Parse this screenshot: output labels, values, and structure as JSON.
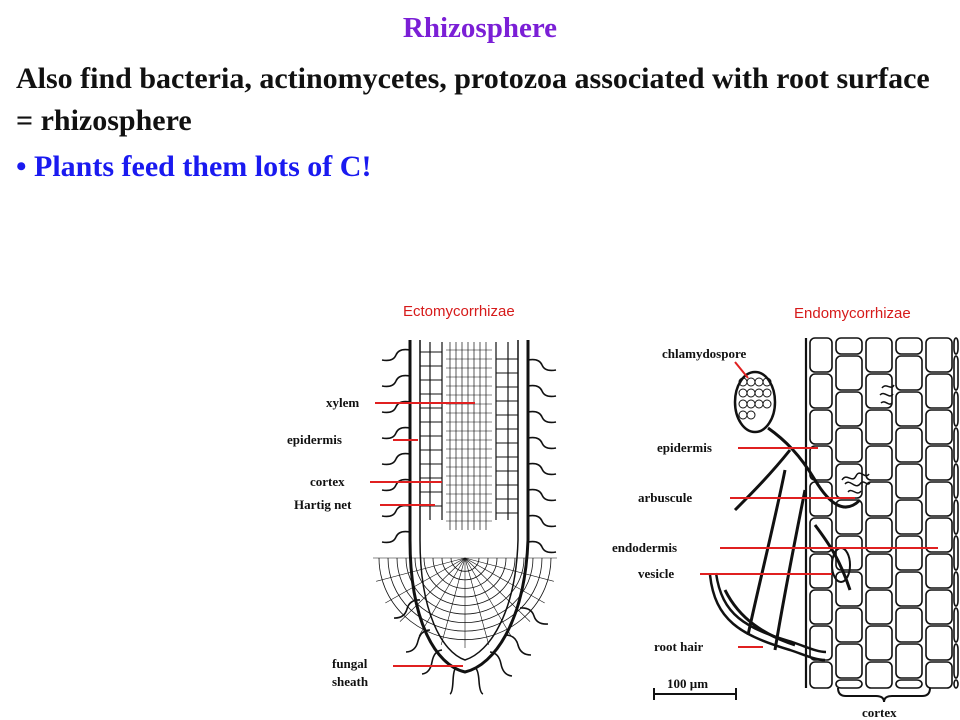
{
  "slide": {
    "title": "Rhizosphere",
    "body": "Also find bacteria, actinomycetes, protozoa associated with root surface = rhizosphere",
    "bullet": "• Plants feed them lots of C!"
  },
  "diagram": {
    "ecto": {
      "title": "Ectomycorrhizae",
      "labels": {
        "xylem": "xylem",
        "epidermis": "epidermis",
        "cortex": "cortex",
        "hartig_net": "Hartig net",
        "fungal": "fungal",
        "sheath": "sheath"
      }
    },
    "endo": {
      "title": "Endomycorrhizae",
      "labels": {
        "chlamydospore": "chlamydospore",
        "epidermis": "epidermis",
        "arbuscule": "arbuscule",
        "endodermis": "endodermis",
        "vesicle": "vesicle",
        "root_hair": "root hair",
        "cortex": "cortex"
      },
      "scale": "100 µm"
    },
    "colors": {
      "leader": "#e02020",
      "title": "#d61a1a",
      "ink": "#111111"
    }
  }
}
